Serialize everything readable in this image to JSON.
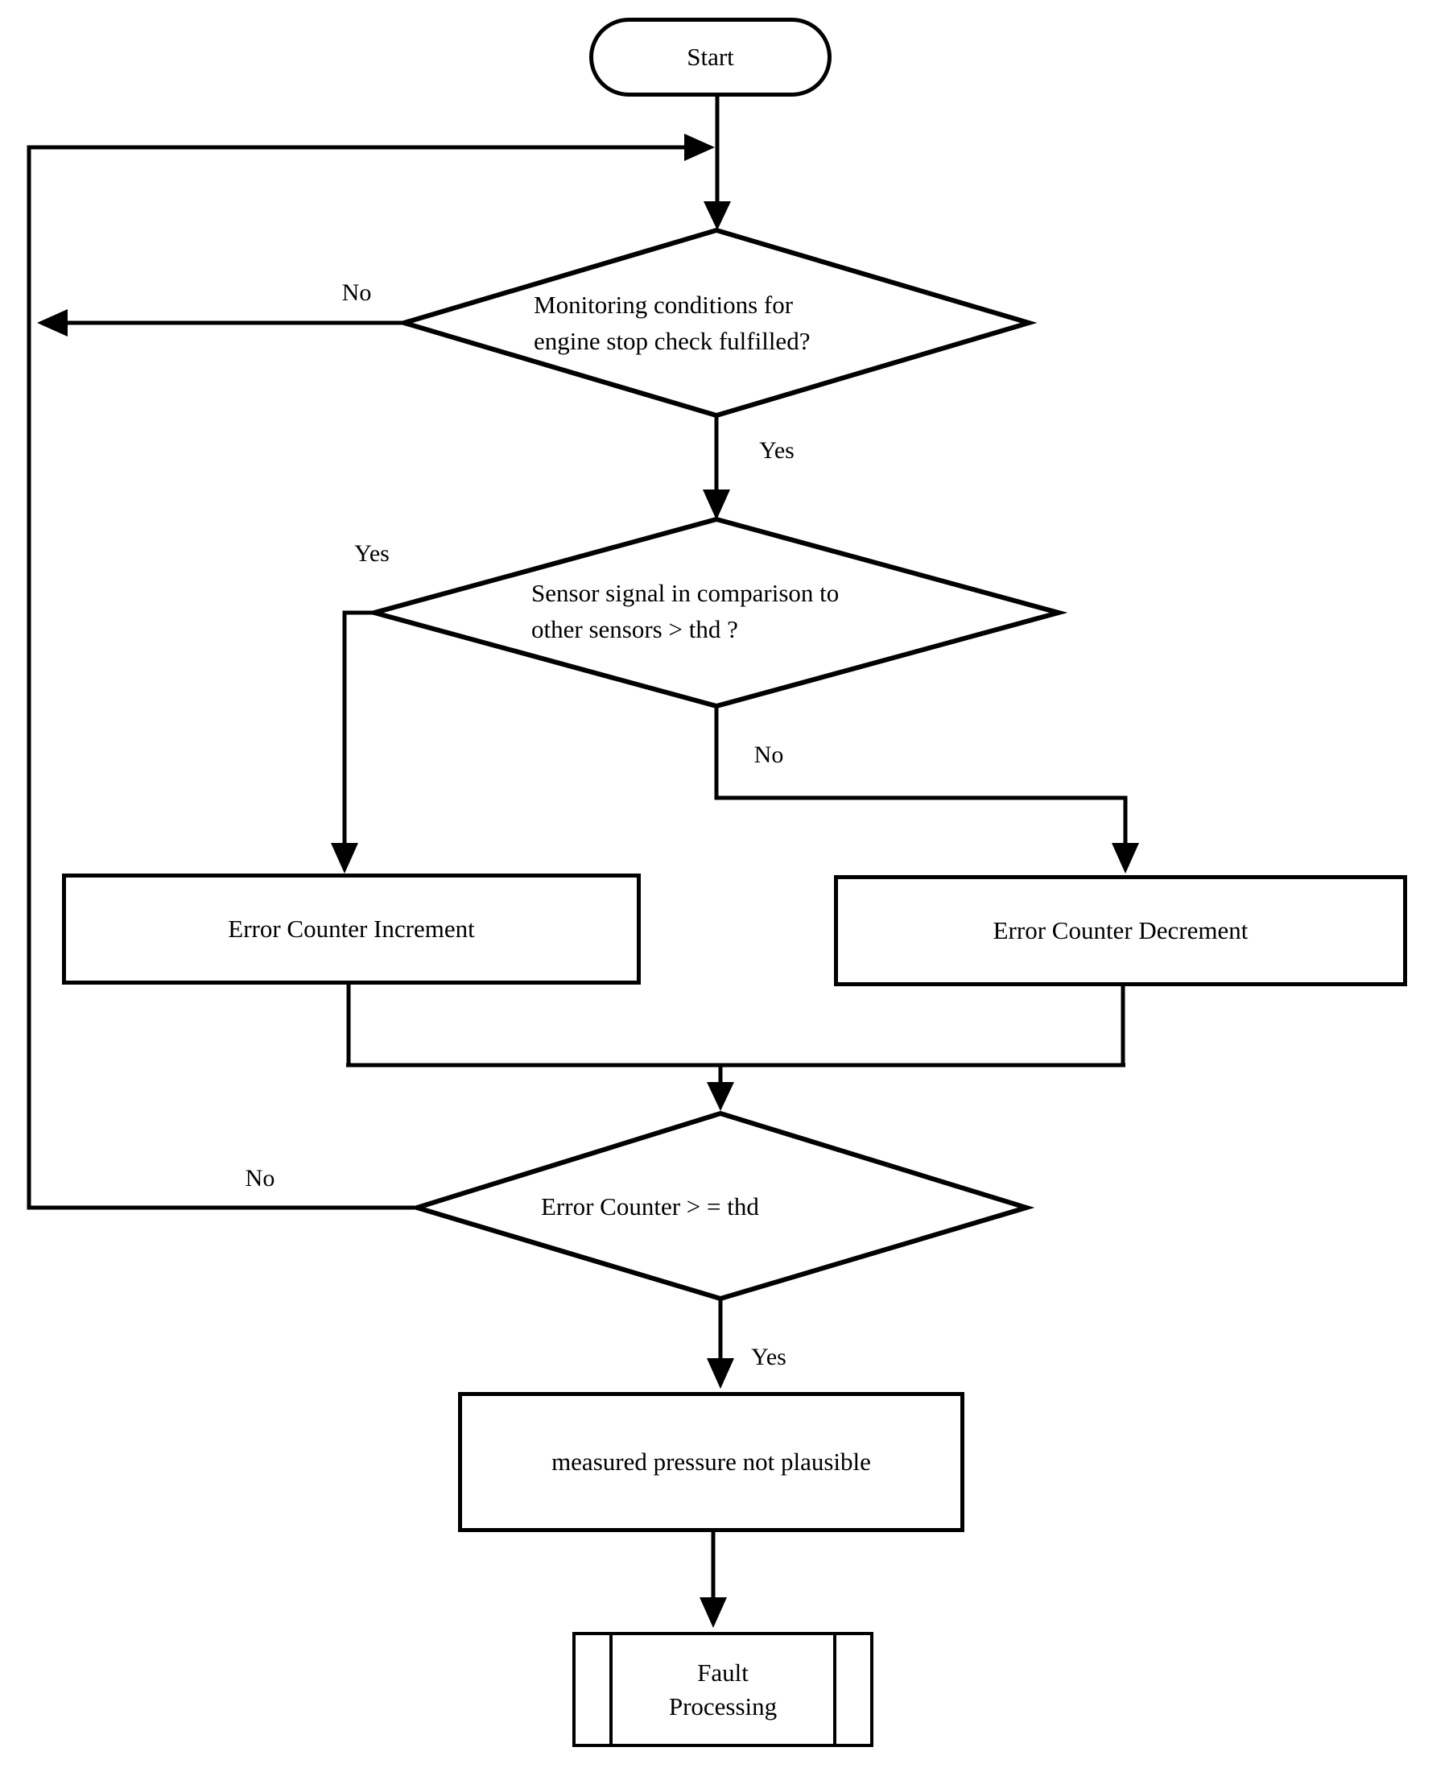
{
  "flowchart": {
    "nodes": {
      "start": {
        "label": "Start"
      },
      "decision_engine_stop": {
        "line1": "Monitoring  conditions for",
        "line2": "engine stop check fulfilled?"
      },
      "decision_sensor_compare": {
        "line1": "Sensor signal in comparison to",
        "line2": "other sensors > thd ?"
      },
      "error_counter_increment": {
        "label": "Error Counter Increment"
      },
      "error_counter_decrement": {
        "label": "Error Counter Decrement"
      },
      "decision_error_counter": {
        "label": "Error Counter > = thd"
      },
      "pressure_not_plausible": {
        "label": "measured pressure not plausible"
      },
      "fault_processing": {
        "line1": "Fault",
        "line2": "Processing"
      }
    },
    "edge_labels": {
      "monitoring_no": "No",
      "monitoring_yes": "Yes",
      "sensor_yes": "Yes",
      "sensor_no": "No",
      "counter_no": "No",
      "counter_yes": "Yes"
    },
    "colors": {
      "line": "#000000",
      "background": "#ffffff"
    }
  }
}
